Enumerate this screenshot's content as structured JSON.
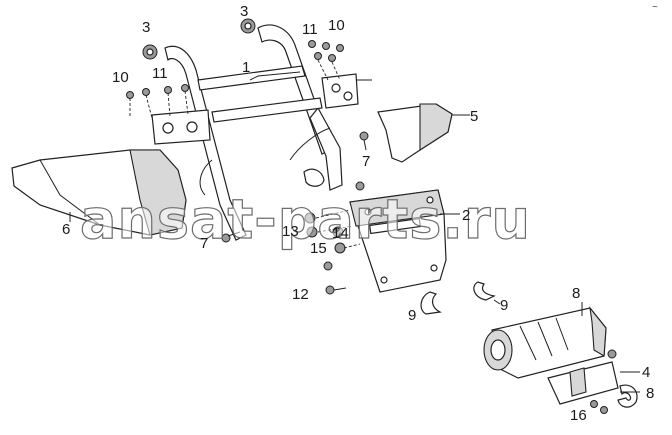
{
  "corner_mark": "~",
  "watermark": "ansat-parts.ru",
  "labels": {
    "l1": "1",
    "l2": "2",
    "l3a": "3",
    "l3b": "3",
    "l4": "4",
    "l5": "5",
    "l6": "6",
    "l7a": "7",
    "l7b": "7",
    "l8a": "8",
    "l8b": "8",
    "l9a": "9",
    "l9b": "9",
    "l10a": "10",
    "l10b": "10",
    "l11a": "11",
    "l11b": "11",
    "l12": "12",
    "l13": "13",
    "l14": "14",
    "l15": "15",
    "l16": "16"
  }
}
